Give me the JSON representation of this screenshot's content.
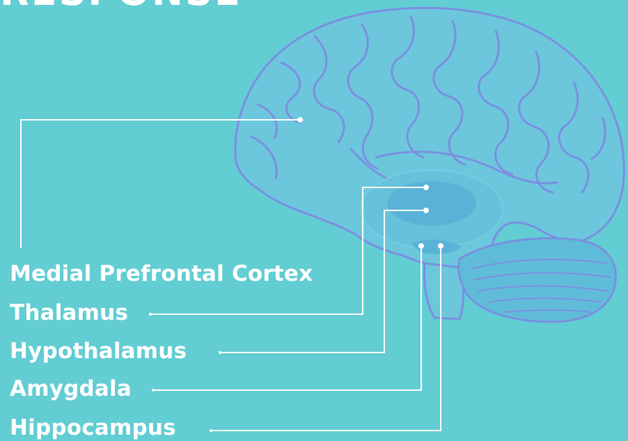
{
  "heading_fragment": "RESPONSE",
  "labels": [
    "Medial Prefrontal Cortex",
    "Thalamus",
    "Hypothalamus",
    "Amygdala",
    "Hippocampus"
  ],
  "colors": {
    "background": "#62cdd3",
    "brain_outline": "#7b8fe0",
    "brain_fill": "#6cc7dd",
    "inner_region": "#5ab3d6",
    "label_text": "#ffffff",
    "leader_line": "#ffffff"
  }
}
